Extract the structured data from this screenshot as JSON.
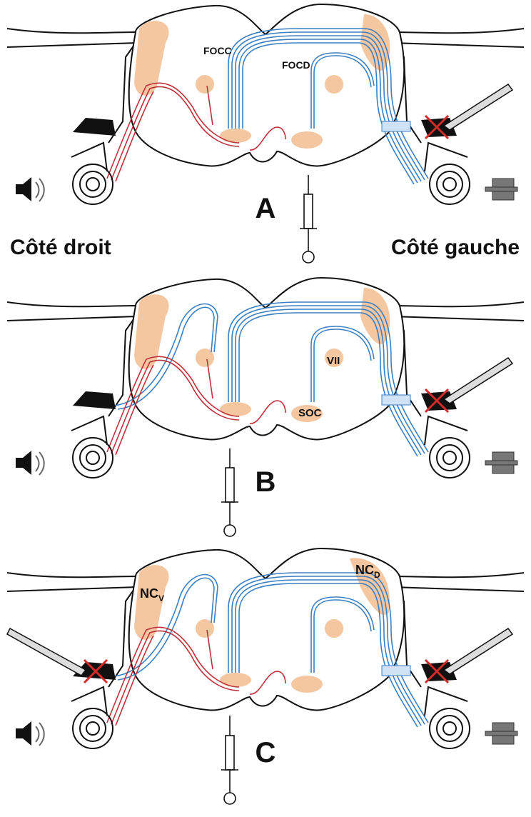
{
  "side_labels": {
    "right": "Côté droit",
    "left": "Côté gauche"
  },
  "panels": [
    {
      "id": "A",
      "letter": "A",
      "labels": {
        "focc": "FOCC",
        "focd": "FOCD"
      },
      "right_probe": false
    },
    {
      "id": "B",
      "letter": "B",
      "labels": {
        "vii": "VII",
        "soc": "SOC"
      },
      "right_probe": false
    },
    {
      "id": "C",
      "letter": "C",
      "labels": {
        "ncv_main": "NC",
        "ncv_sub": "V",
        "ncd_main": "NC",
        "ncd_sub": "D"
      },
      "right_probe": true
    }
  ],
  "colors": {
    "efferent_blue": "#3b7fc4",
    "afferent_red": "#c0303a",
    "nucleus_fill": "#f4c7a1",
    "outline": "#111111",
    "lesion_x": "#d42a2a"
  },
  "icons": [
    "speaker-icon",
    "earplug-icon",
    "syringe-icon",
    "scalpel-icon",
    "cochlea-icon"
  ]
}
